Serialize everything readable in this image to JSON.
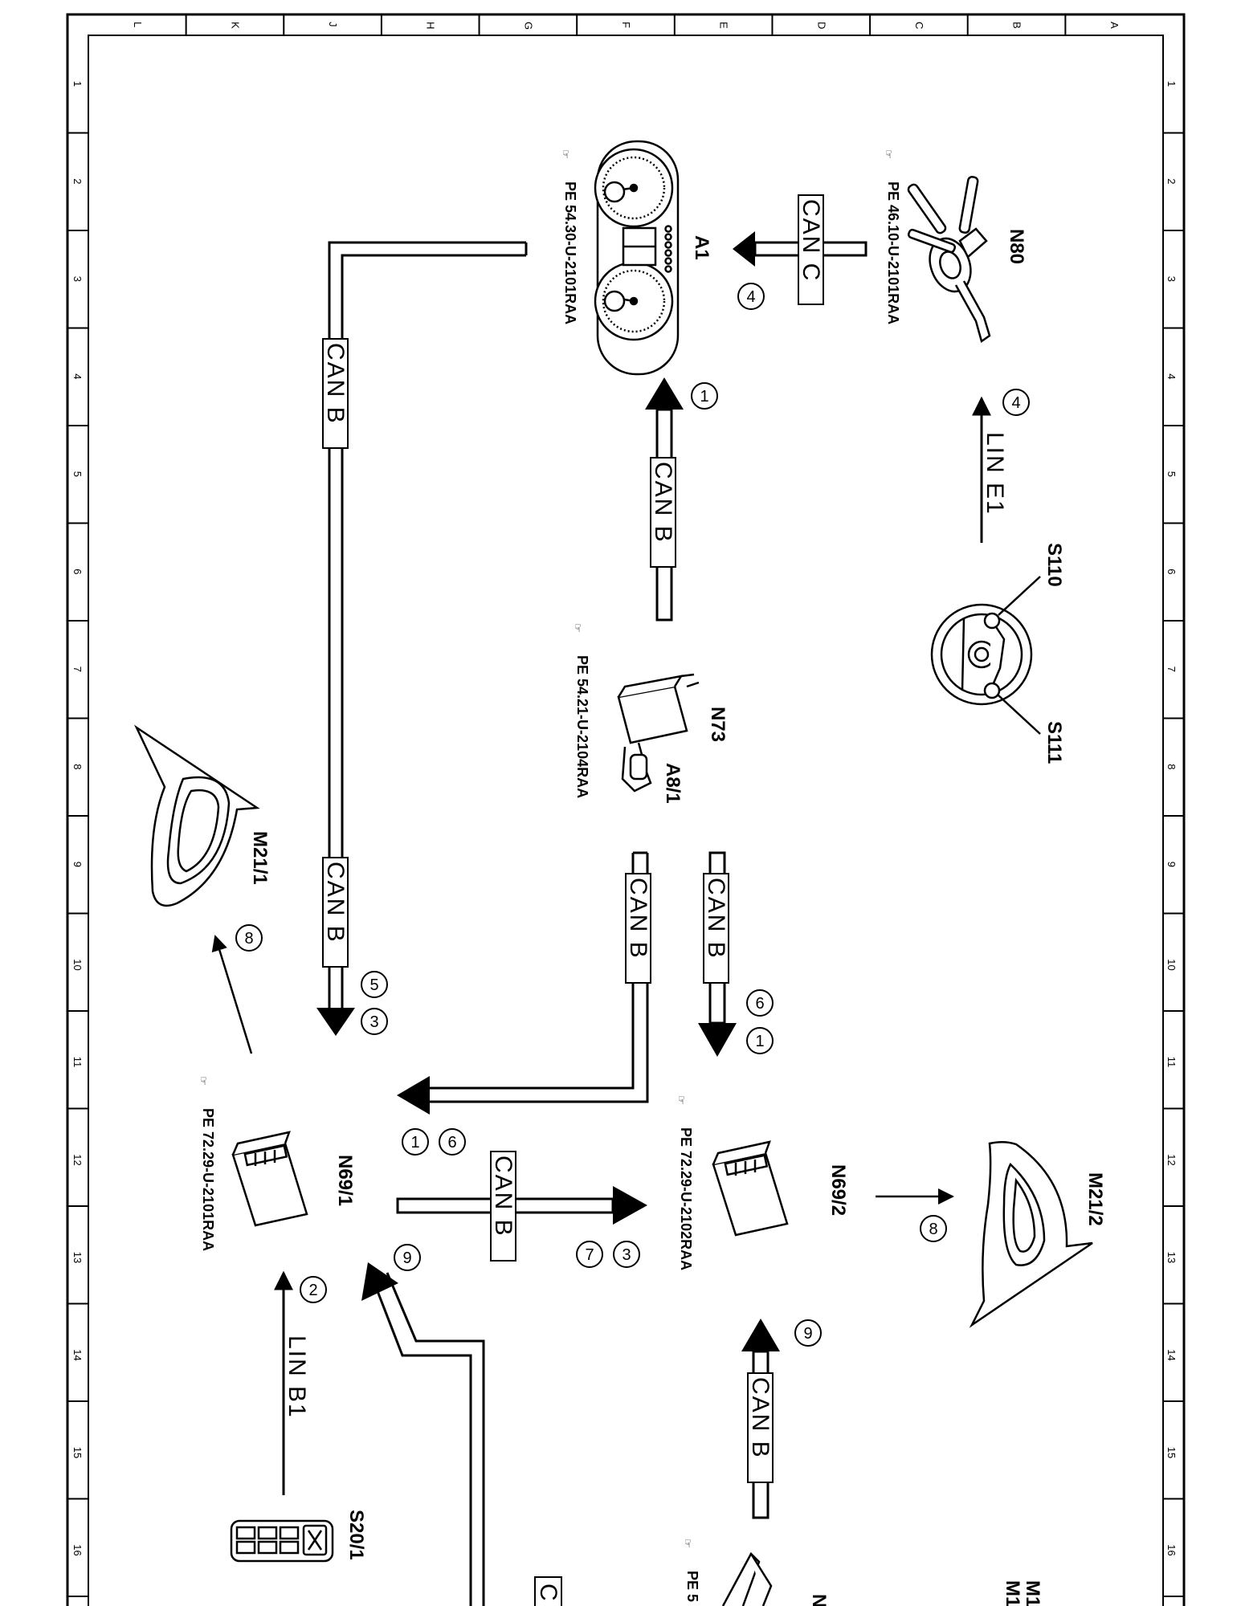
{
  "frame": {
    "top_letters": [
      "L",
      "K",
      "J",
      "H",
      "G",
      "F",
      "E",
      "D",
      "C",
      "B",
      "A"
    ],
    "side_numbers": [
      "1",
      "2",
      "3",
      "4",
      "5",
      "6",
      "7",
      "8",
      "9",
      "10",
      "11",
      "12",
      "13",
      "14",
      "15",
      "16"
    ]
  },
  "components": {
    "N80": {
      "label": "N80",
      "ref": "PE 46.10-U-2101RAA"
    },
    "A1": {
      "label": "A1",
      "ref": "PE 54.30-U-2101RAA"
    },
    "S110": {
      "label": "S110"
    },
    "S111": {
      "label": "S111"
    },
    "N73": {
      "label": "N73",
      "ref": "PE 54.21-U-2104RAA"
    },
    "A8_1": {
      "label": "A8/1"
    },
    "M21_1": {
      "label": "M21/1"
    },
    "M21_2": {
      "label": "M21/2"
    },
    "N69_1": {
      "label": "N69/1",
      "ref": "PE 72.29-U-2101RAA"
    },
    "N69_2": {
      "label": "N69/2",
      "ref": "PE 72.29-U-2102RAA"
    },
    "S20_1": {
      "label": "S20/1"
    },
    "partial_bottom_right": {
      "label": "M1",
      "label2": "M1",
      "ref": "PE 5",
      "n": "N"
    }
  },
  "bus_tags": {
    "can_c": "CAN C",
    "can_b": "CAN B",
    "lin_e1": "LIN E1",
    "lin_b1": "LIN B1",
    "partial_c": "C"
  },
  "steps": {
    "n80_to_a1": "4",
    "lin_e1": "4",
    "n73_to_a1": "1",
    "a1_to_n69_1_a": "5",
    "a1_to_n69_1_b": "3",
    "n73_to_n69_2_a": "6",
    "n73_to_n69_2_b": "1",
    "n73_to_n69_1_a": "1",
    "n73_to_n69_1_b": "6",
    "n69_1_to_n69_2_a": "7",
    "n69_1_to_n69_2_b": "3",
    "to_m21_1": "8",
    "to_m21_2": "8",
    "lin_b1": "2",
    "bottom_to_n69_1": "9",
    "bottom_to_n69_2": "9"
  }
}
